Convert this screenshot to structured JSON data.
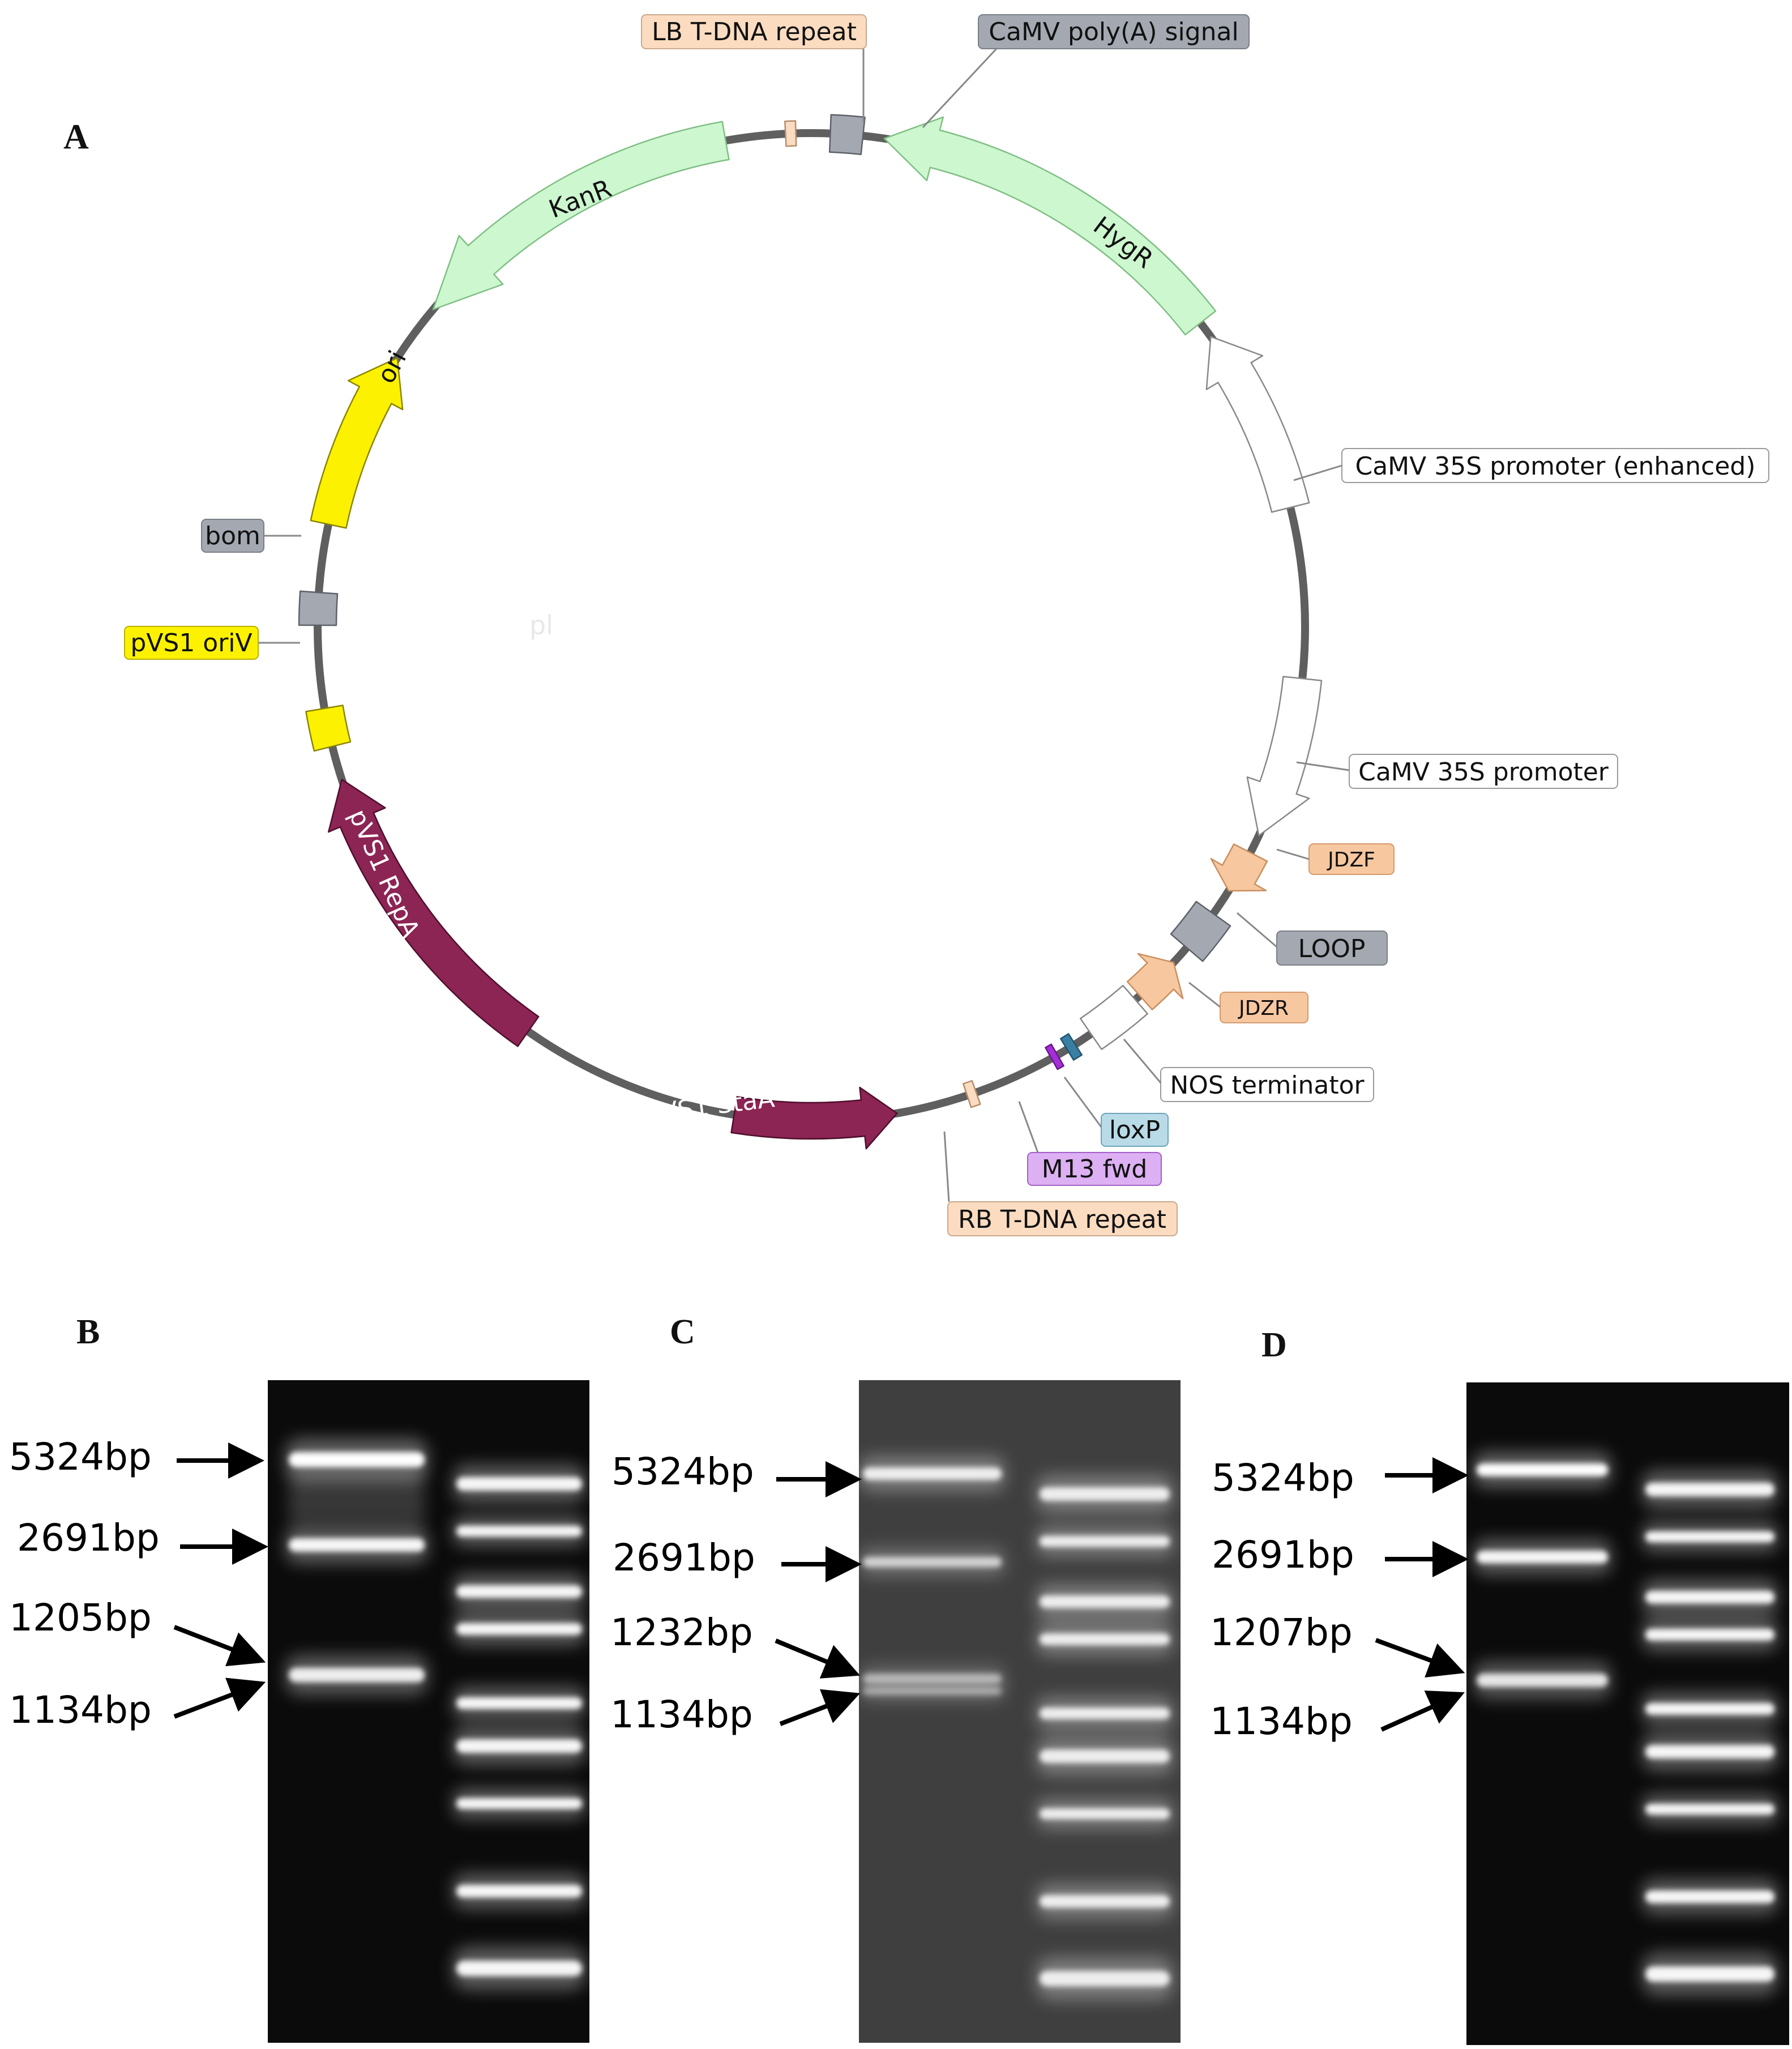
{
  "panels": {
    "a": "A",
    "b": "B",
    "c": "C",
    "d": "D"
  },
  "plasmid": {
    "center_text": "pl",
    "features": {
      "lb_repeat": "LB T-DNA repeat",
      "camv_polya": "CaMV poly(A) signal",
      "kanr": "KanR",
      "hygr": "HygR",
      "ori": "ori",
      "camv35s_enh": "CaMV 35S promoter (enhanced)",
      "bom": "bom",
      "pvs1_oriv": "pVS1 oriV",
      "pvs1_repa": "pVS1 RepA",
      "camv35s": "CaMV 35S promoter",
      "jdzf": "JDZF",
      "loop": "LOOP",
      "jdzr": "JDZR",
      "nos_term": "NOS terminator",
      "loxp": "loxP",
      "m13_fwd": "M13 fwd",
      "pvs1_staa": "pVS1 StaA",
      "rb_repeat": "RB T-DNA repeat"
    },
    "colors": {
      "backbone": "#5f5f5f",
      "marker_green": "#cdf7cf",
      "origin_yellow": "#fcf200",
      "misc_grey": "#a3a8b1",
      "pvs1_maroon": "#8c2454",
      "primer_orange": "#f7c79f",
      "repeat_peach": "#fbdcc0",
      "loxp_blue": "#3a7fa2",
      "m13_purple": "#a52fd6"
    }
  },
  "gels": {
    "b": {
      "labels": [
        "5324bp",
        "2691bp",
        "1205bp",
        "1134bp"
      ],
      "background": "#0b0b0b"
    },
    "c": {
      "labels": [
        "5324bp",
        "2691bp",
        "1232bp",
        "1134bp"
      ],
      "background": "#3f3f3f"
    },
    "d": {
      "labels": [
        "5324bp",
        "2691bp",
        "1207bp",
        "1134bp"
      ],
      "background": "#0b0b0b"
    }
  }
}
